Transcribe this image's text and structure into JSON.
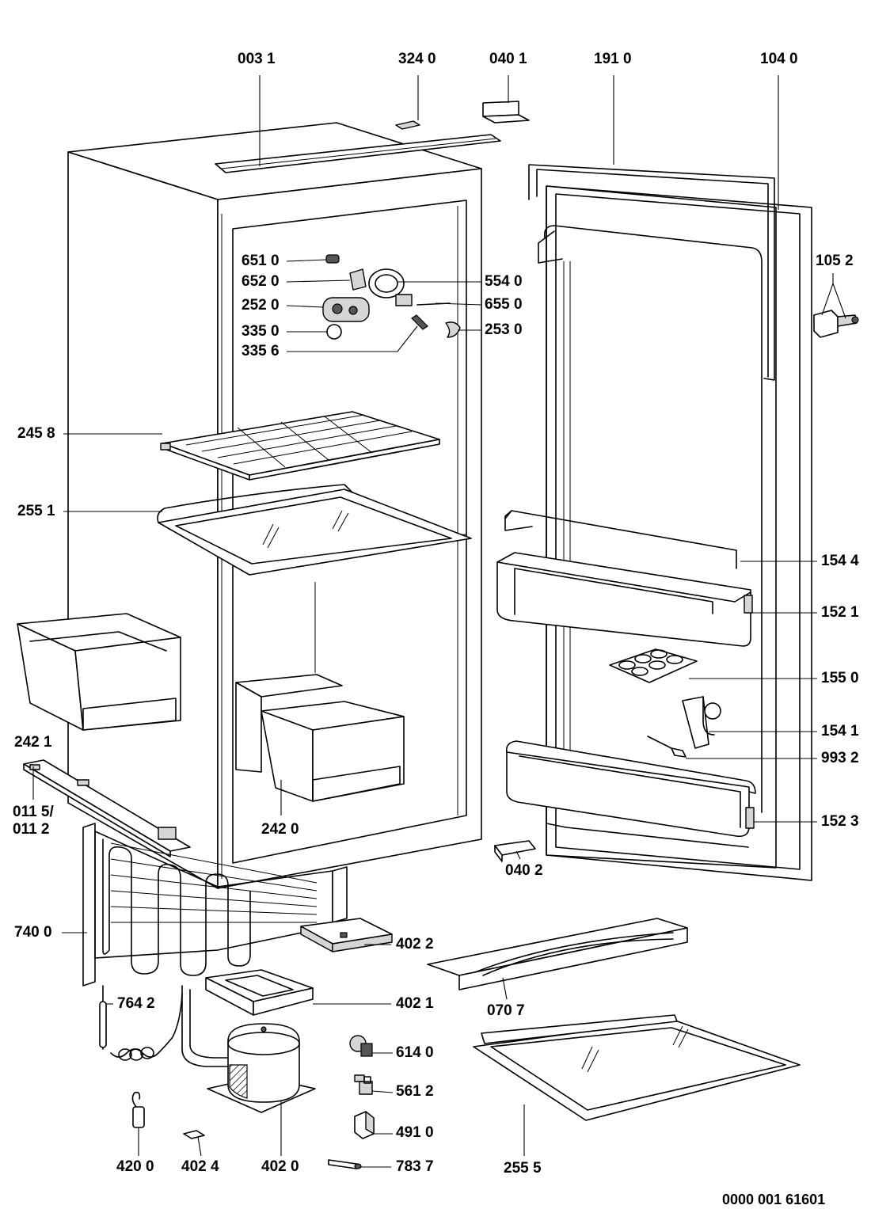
{
  "drawing_code": "0000 001 61601",
  "parts": {
    "p0031": "003 1",
    "p3240": "324 0",
    "p0401": "040 1",
    "p1910": "191 0",
    "p1040": "104 0",
    "p6510": "651 0",
    "p6520": "652 0",
    "p2520": "252 0",
    "p3350": "335 0",
    "p3356": "335 6",
    "p5540": "554 0",
    "p6550": "655 0",
    "p2530": "253 0",
    "p1052": "105 2",
    "p2458": "245 8",
    "p2551": "255 1",
    "p1544": "154 4",
    "p1521": "152 1",
    "p1550": "155 0",
    "p1541": "154 1",
    "p9932": "993 2",
    "p1523": "152 3",
    "p2421": "242 1",
    "p2420": "242 0",
    "p0115": "011 5/\n011 2",
    "p0402": "040 2",
    "p7400": "740 0",
    "p4022": "402 2",
    "p4021": "402 1",
    "p7642": "764 2",
    "p0707": "070 7",
    "p6140": "614 0",
    "p5612": "561 2",
    "p4910": "491 0",
    "p2555": "255 5",
    "p4200": "420 0",
    "p4024": "402 4",
    "p4020": "402 0",
    "p7837": "783 7"
  }
}
